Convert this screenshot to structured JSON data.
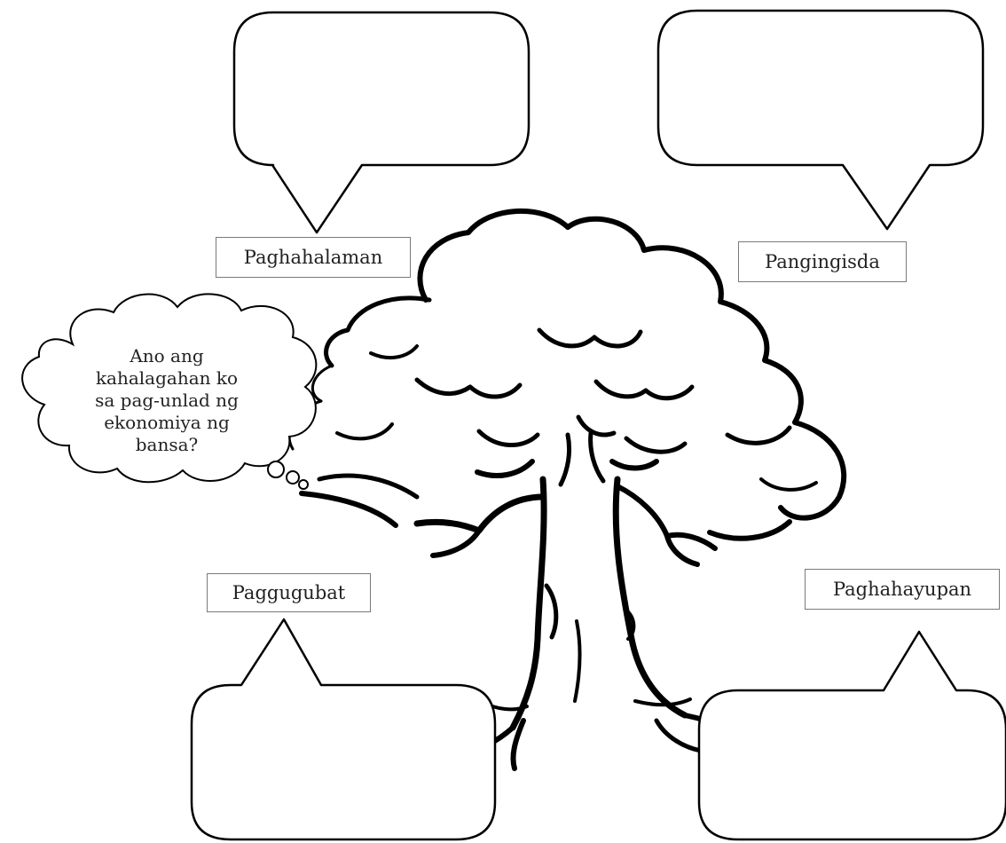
{
  "labels": {
    "top_left": "Paghahalaman",
    "top_right": "Pangingisda",
    "bottom_left": "Paggugubat",
    "bottom_right": "Paghahayupan"
  },
  "thought_bubble": {
    "lines": [
      "Ano ang",
      "kahalagahan ko",
      "sa pag-unlad ng",
      "ekonomiya ng",
      "bansa?"
    ]
  }
}
